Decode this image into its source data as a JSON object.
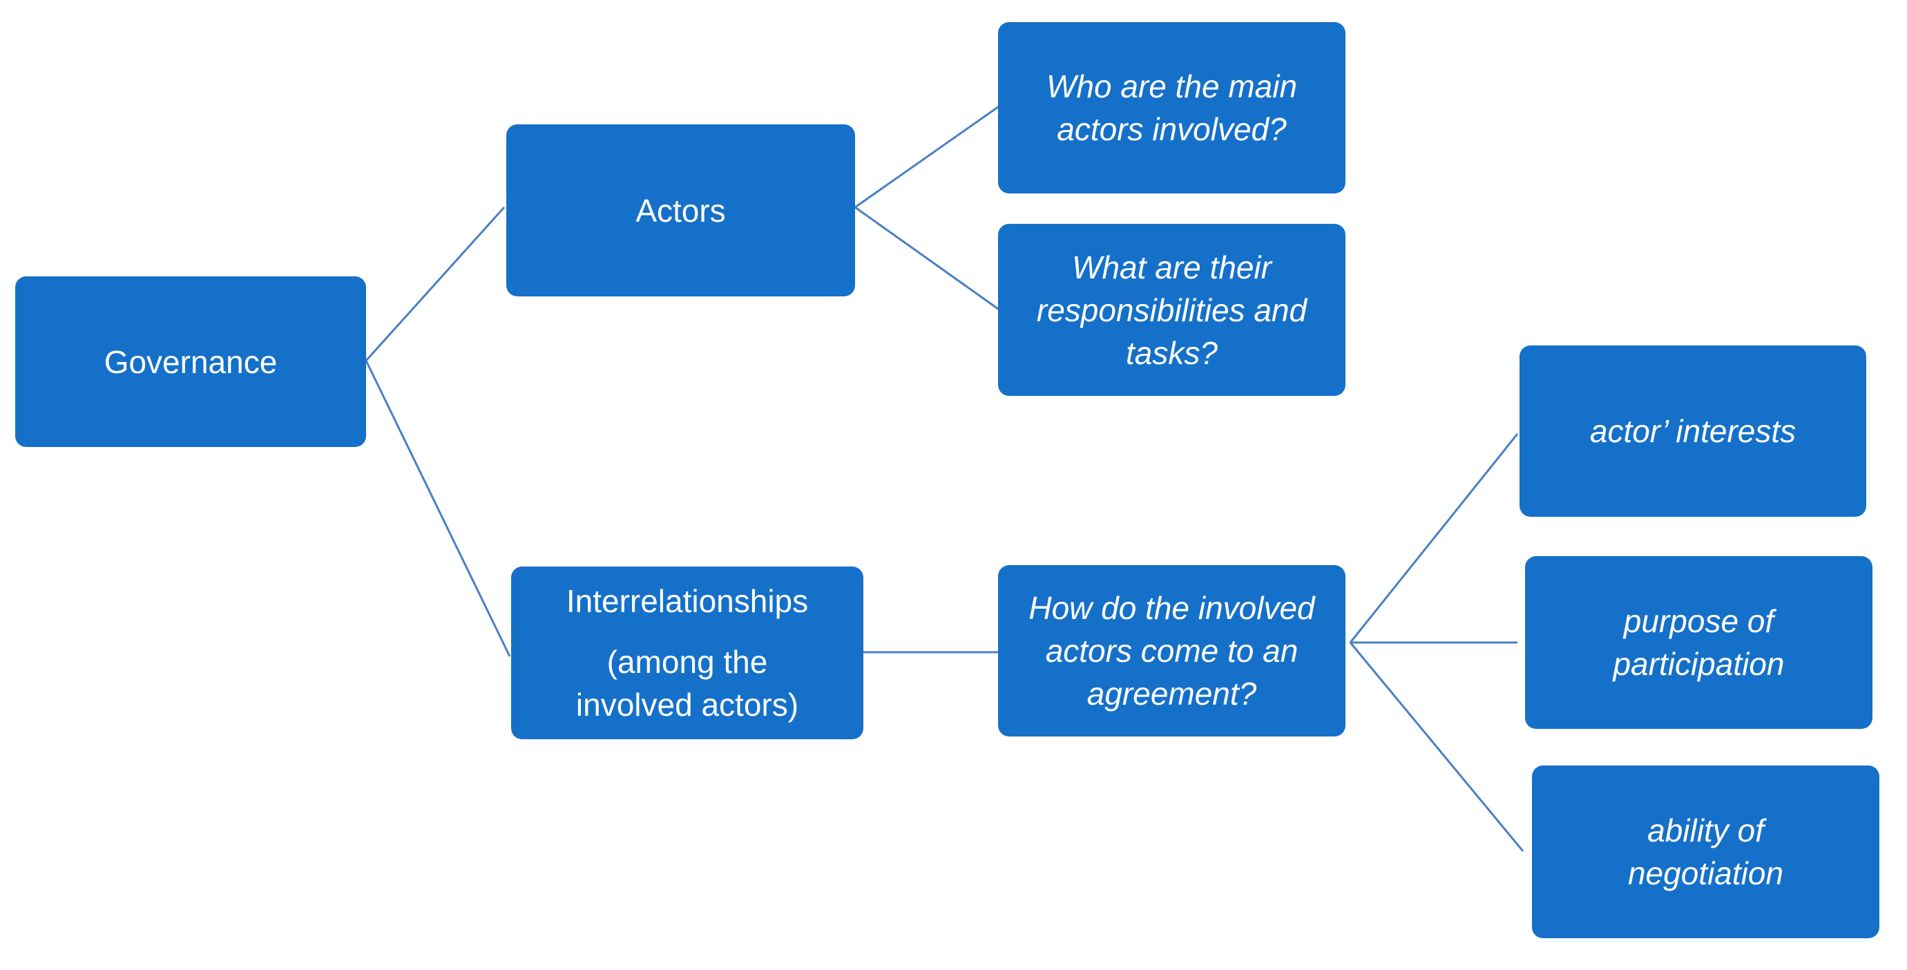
{
  "nodes": {
    "governance": {
      "label": "Governance"
    },
    "actors": {
      "label": "Actors"
    },
    "interrelationships": {
      "title": "Interrelationships",
      "line1": "(among the",
      "line2": "involved actors)"
    },
    "who_actors": {
      "line1": "Who are the main",
      "line2": "actors involved?"
    },
    "responsibilities": {
      "line1": "What are their",
      "line2": "responsibilities and",
      "line3": "tasks?"
    },
    "agreement": {
      "line1": "How do the involved",
      "line2": "actors come to an",
      "line3": "agreement?"
    },
    "interests": {
      "label": "actor’ interests"
    },
    "purpose": {
      "line1": "purpose of",
      "line2": "participation"
    },
    "ability": {
      "line1": "ability of",
      "line2": "negotiation"
    }
  },
  "colors": {
    "box_fill": "#1570c9",
    "connector": "#4a7fc4",
    "text": "#ffffff"
  }
}
